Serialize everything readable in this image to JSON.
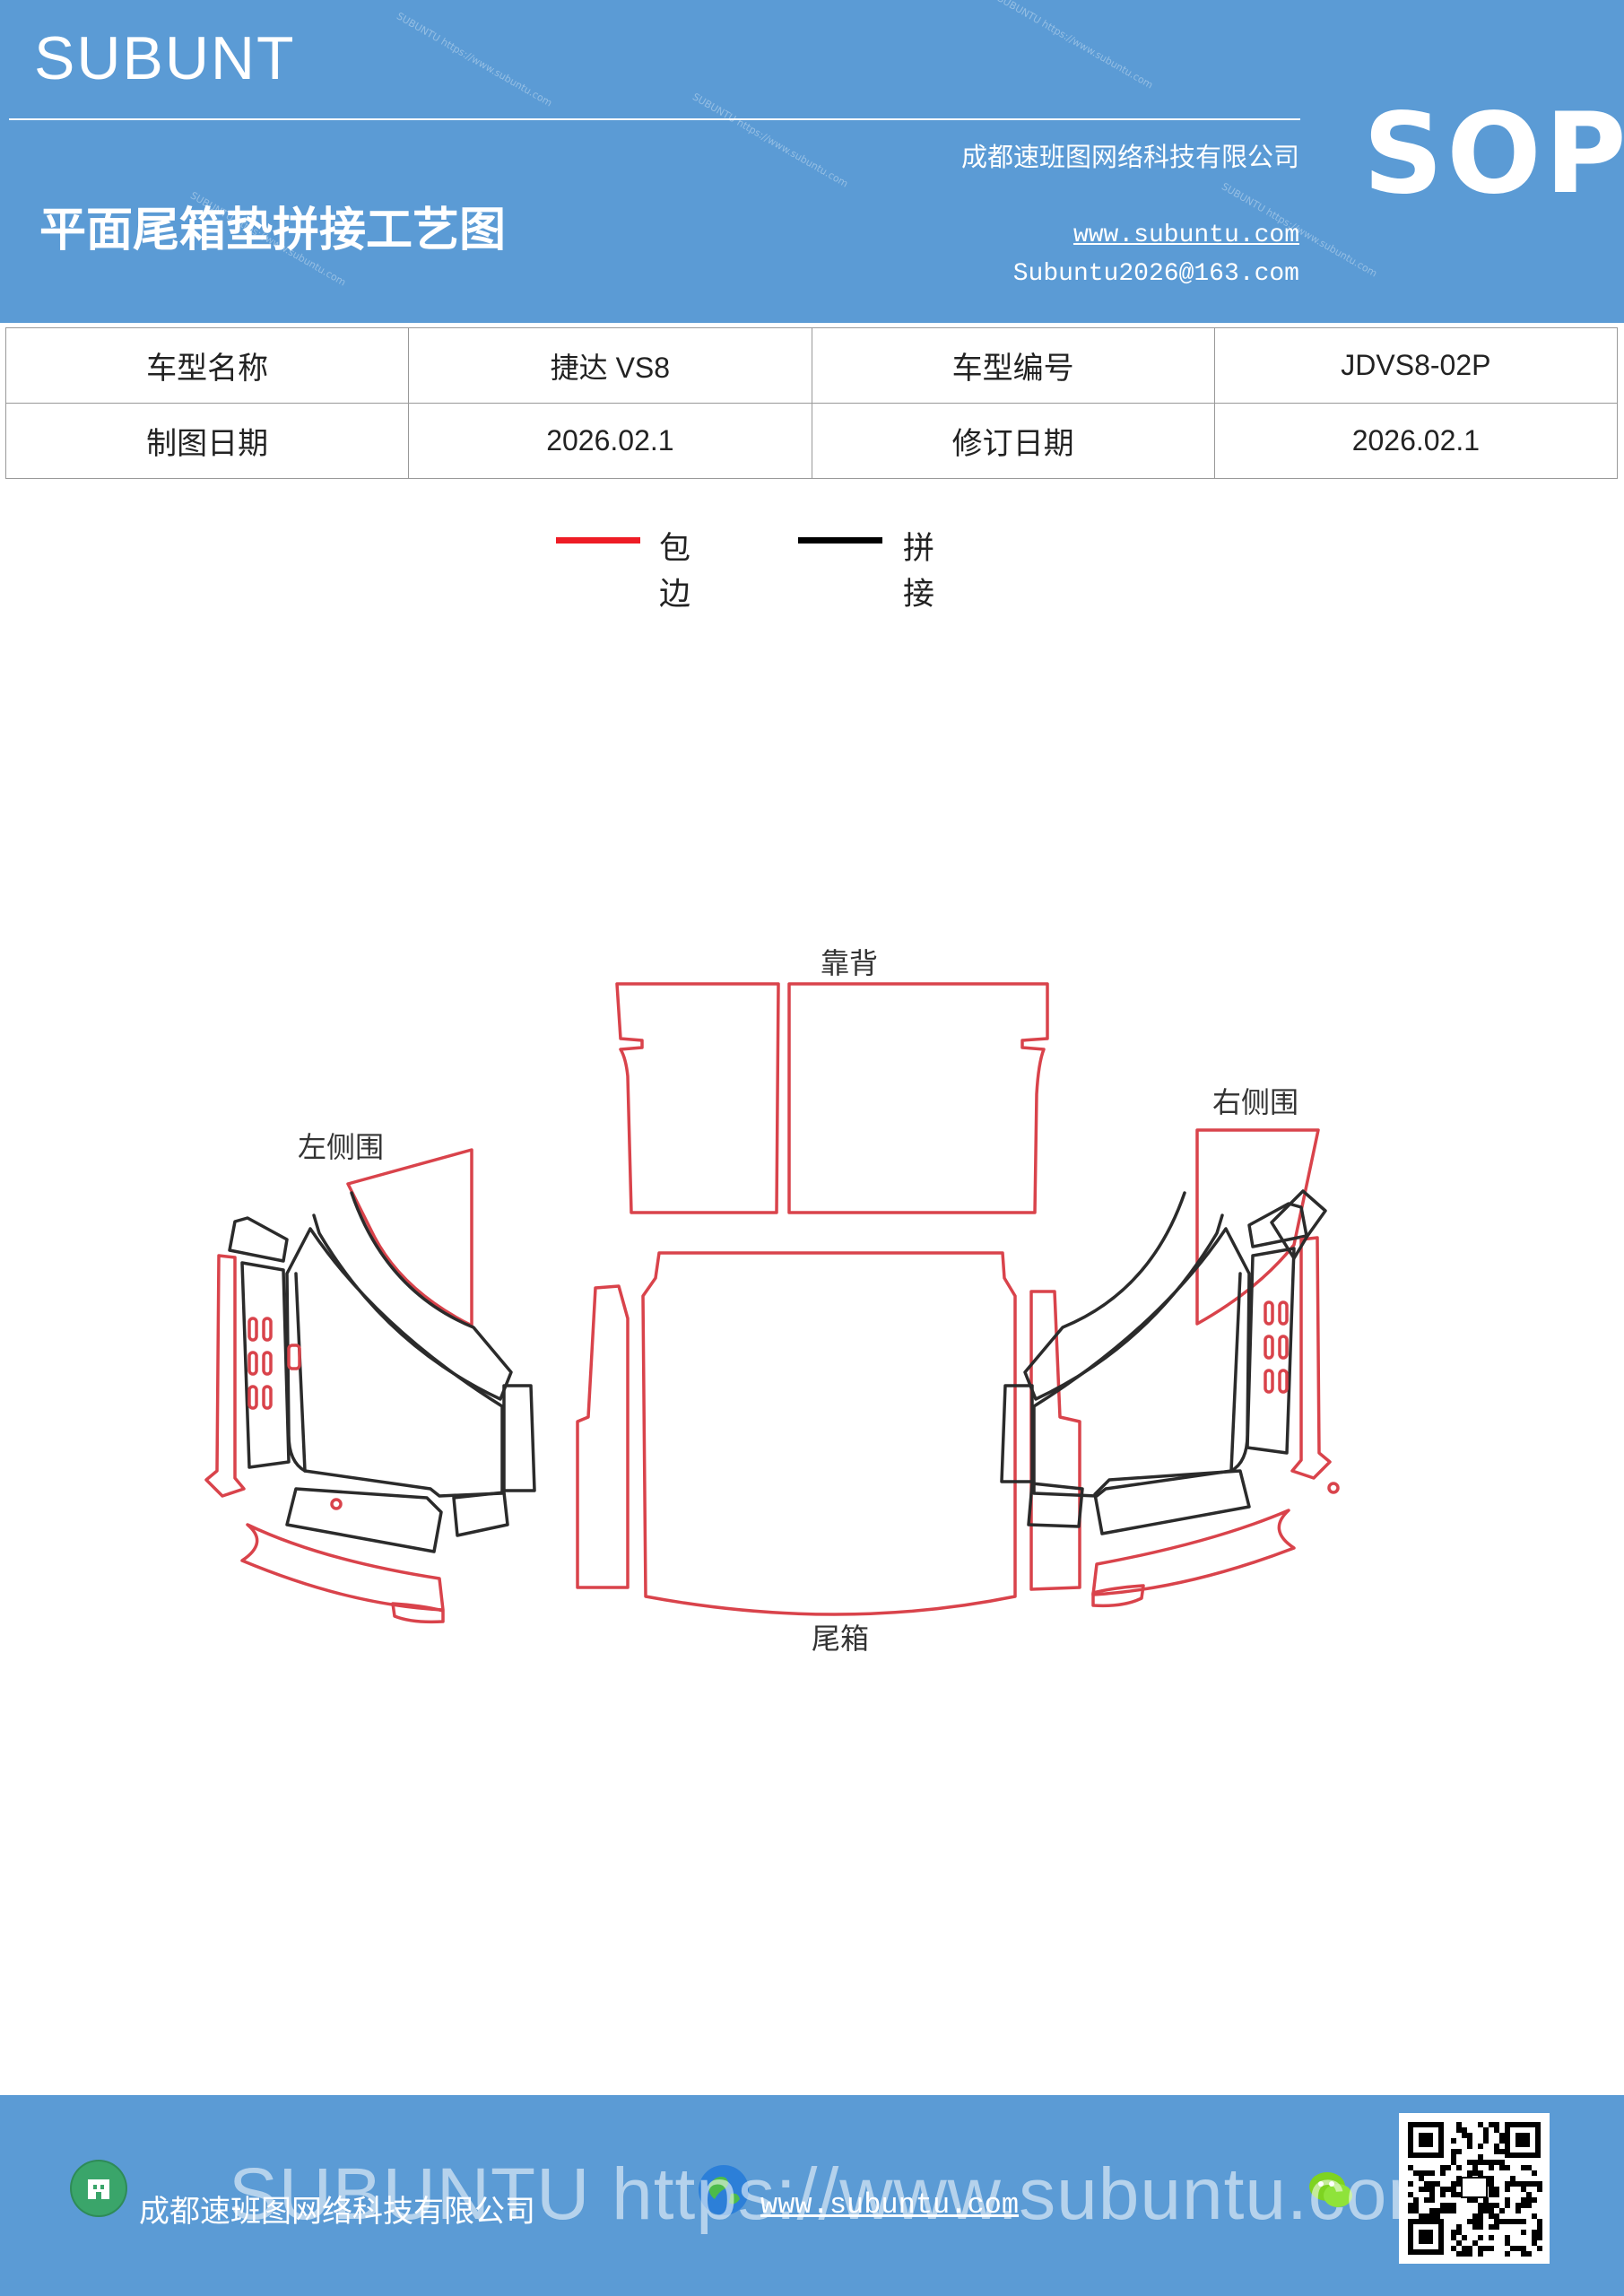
{
  "header": {
    "brand": "SUBUNT",
    "title": "平面尾箱垫拼接工艺图",
    "company": "成都速班图网络科技有限公司",
    "website": "www.subuntu.com",
    "email": "Subuntu2026@163.com",
    "sop": "SOP"
  },
  "info_table": {
    "rows": [
      [
        "车型名称",
        "捷达 VS8",
        "车型编号",
        "JDVS8-02P"
      ],
      [
        "制图日期",
        "2026.02.1",
        "修订日期",
        "2026.02.1"
      ]
    ]
  },
  "legend": {
    "items": [
      {
        "label": "包边",
        "color": "#ee1c25"
      },
      {
        "label": "拼接",
        "color": "#000000"
      }
    ]
  },
  "drawing": {
    "labels": {
      "backrest": "靠背",
      "left_side": "左侧围",
      "right_side": "右侧围",
      "trunk": "尾箱"
    },
    "colors": {
      "edge": "#d9434b",
      "seam": "#2b2b2b"
    }
  },
  "footer": {
    "company": "成都速班图网络科技有限公司",
    "website": "www.subuntu.com",
    "watermark": "SUBUNTU https://www.subuntu.com"
  }
}
